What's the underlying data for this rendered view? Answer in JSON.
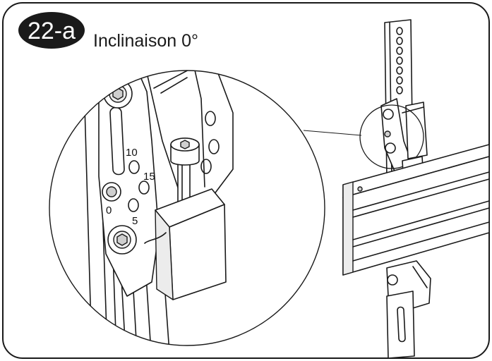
{
  "step": {
    "number": "22-a"
  },
  "title": "Inclinaison 0°",
  "angle_labels": {
    "a10": "10",
    "a15": "15",
    "a0": "0",
    "a5": "5"
  },
  "colors": {
    "frame": "#1a1a1a",
    "badge": "#1a1a1a",
    "background": "#ffffff"
  }
}
